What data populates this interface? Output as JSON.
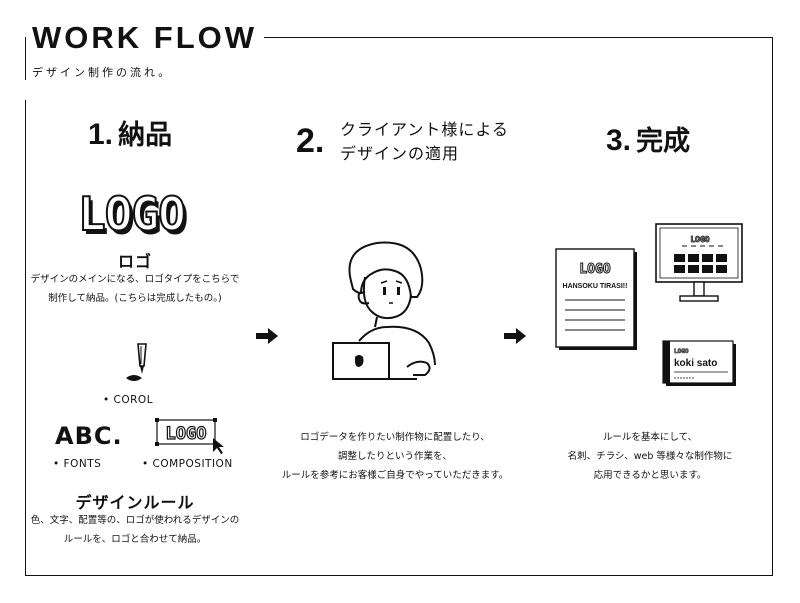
{
  "header": {
    "title": "WORK FLOW",
    "subtitle": "デザイン制作の流れ。"
  },
  "steps": [
    {
      "number": "1.",
      "title": "納品",
      "logo_text": "LOGO",
      "logo_label": "ロゴ",
      "logo_desc": [
        "デザインのメインになる、ロゴタイプをこちらで",
        "制作して納品。(こちらは完成したもの。)"
      ],
      "corol_label": "• COROL",
      "fonts_sample": "ABC.",
      "fonts_label": "• FONTS",
      "composition_logo": "LOGO",
      "composition_label": "• COMPOSITION",
      "rule_title": "デザインルール",
      "rule_desc": [
        "色、文字、配置等の、ロゴが使われるデザインの",
        "ルールを、ロゴと合わせて納品。"
      ]
    },
    {
      "number": "2.",
      "title_lines": [
        "クライアント様による",
        "デザインの適用"
      ],
      "desc": [
        "ロゴデータを作りたい制作物に配置したり、",
        "調整したりという作業を、",
        "ルールを参考にお客様ご自身でやっていただきます。"
      ]
    },
    {
      "number": "3.",
      "title": "完成",
      "flyer_logo": "LOGO",
      "flyer_text": "HANSOKU TIRASI!!",
      "monitor_logo": "LOGO",
      "card_logo": "LOGO",
      "card_name": "koki sato",
      "desc": [
        "ルールを基本にして、",
        "名刺、チラシ、web 等様々な制作物に",
        "応用できるかと思います。"
      ]
    }
  ],
  "arrows": [
    "arrow-right-icon",
    "arrow-right-icon"
  ],
  "colors": {
    "ink": "#111111",
    "background": "#ffffff"
  }
}
